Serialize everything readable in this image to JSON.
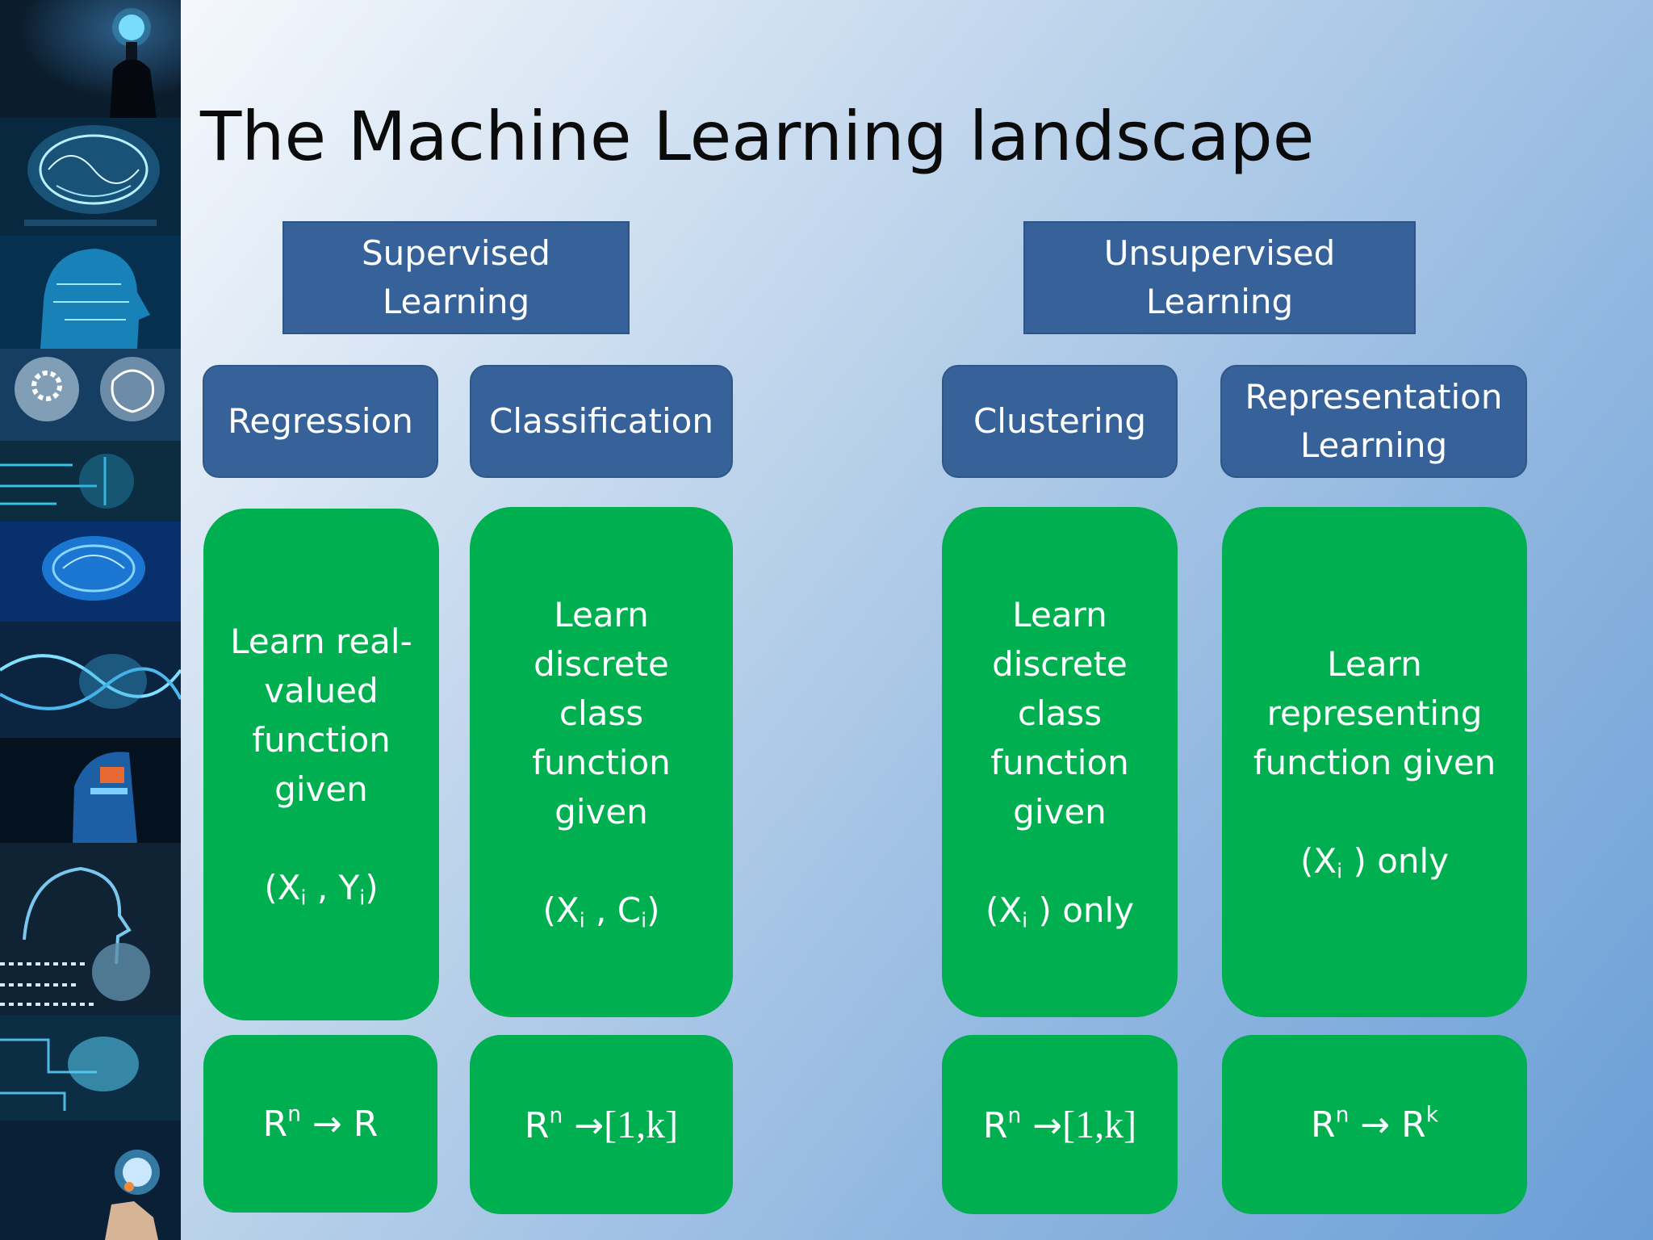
{
  "title": "The Machine Learning landscape",
  "sidebar": {
    "images": [
      "head-silhouette-image",
      "glowing-brain-image",
      "digital-head-profile-image",
      "gear-brain-heads-image",
      "circuit-face-image",
      "blue-brain-image",
      "neural-wires-image",
      "ai-face-blue-orange-image",
      "binary-head-image",
      "circuit-brain-image",
      "brain-hand-image"
    ]
  },
  "headers": {
    "supervised": [
      "Supervised",
      "Learning"
    ],
    "unsupervised": [
      "Unsupervised",
      "Learning"
    ]
  },
  "categories": {
    "regression": [
      "Regression"
    ],
    "classification": [
      "Classification"
    ],
    "clustering": [
      "Clustering"
    ],
    "representation": [
      "Representation",
      "Learning"
    ]
  },
  "descriptions": {
    "regression": {
      "lines": [
        "Learn real-",
        "valued",
        "function",
        "given"
      ],
      "formula": {
        "open": "(X",
        "i1": "i",
        "sep": " , Y",
        "i2": "i",
        "close": ")"
      }
    },
    "classification": {
      "lines": [
        "Learn",
        "discrete",
        "class",
        "function",
        "given"
      ],
      "formula": {
        "open": "(X",
        "i1": "i",
        "sep": " , C",
        "i2": "i",
        "close": ")"
      }
    },
    "clustering": {
      "lines": [
        "Learn",
        "discrete",
        "class",
        "function",
        "given"
      ],
      "formula": {
        "open": "(X",
        "i1": "i",
        "close": " ) only"
      }
    },
    "representation": {
      "lines": [
        "Learn",
        "representing",
        "function given"
      ],
      "formula": {
        "open": "(X",
        "i1": "i",
        "close": " ) only"
      }
    }
  },
  "mappings": {
    "regression": {
      "base": "R",
      "sup": "n",
      "arrow": " → R",
      "sup2": ""
    },
    "classification": {
      "base": "R",
      "sup": "n",
      "arrow": " →",
      "range": "[1,k]"
    },
    "clustering": {
      "base": "R",
      "sup": "n",
      "arrow": " →",
      "range": "[1,k]"
    },
    "representation": {
      "base": "R",
      "sup": "n",
      "arrow": " → R",
      "sup2": "k"
    }
  },
  "colors": {
    "header_blue": "#376299",
    "green": "#00b050",
    "text_white": "#ffffff",
    "title_black": "#0b0b0b"
  }
}
